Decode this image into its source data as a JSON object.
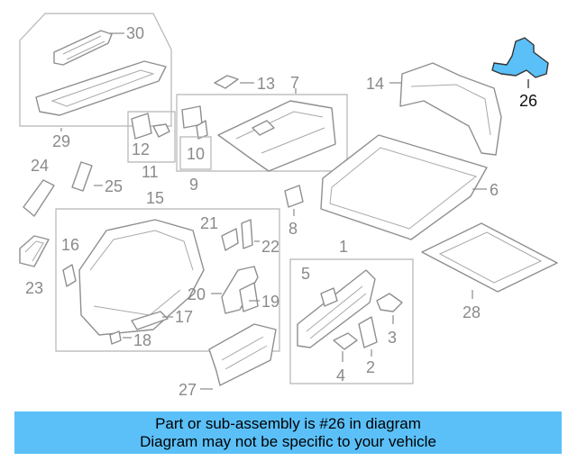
{
  "highlight": {
    "part": "26",
    "color": "#5bc0f8"
  },
  "callouts": {
    "p1": "1",
    "p2": "2",
    "p3": "3",
    "p4": "4",
    "p5": "5",
    "p6": "6",
    "p7": "7",
    "p8": "8",
    "p9": "9",
    "p10": "10",
    "p11": "11",
    "p12": "12",
    "p13": "13",
    "p14": "14",
    "p15": "15",
    "p16": "16",
    "p17": "17",
    "p18": "18",
    "p19": "19",
    "p20": "20",
    "p21": "21",
    "p22": "22",
    "p23": "23",
    "p24": "24",
    "p25": "25",
    "p26": "26",
    "p27": "27",
    "p28": "28",
    "p29": "29",
    "p30": "30"
  },
  "banner": {
    "line1": "Part or sub-assembly is #26 in diagram",
    "line2": "Diagram may not be specific to your vehicle",
    "color": "#5bc0f8"
  }
}
